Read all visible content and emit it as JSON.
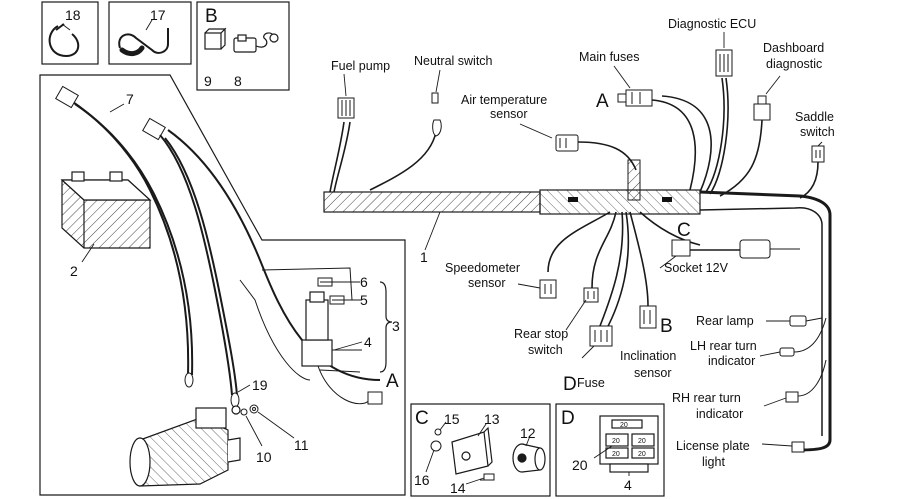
{
  "colors": {
    "line": "#1a1a1a",
    "background": "#ffffff",
    "harness_fill": "#d9d9d9"
  },
  "callouts": {
    "n1": "1",
    "n2": "2",
    "n3": "3",
    "n4a": "4",
    "n4b": "4",
    "n5": "5",
    "n6": "6",
    "n7": "7",
    "n8": "8",
    "n9": "9",
    "n10": "10",
    "n11": "11",
    "n12": "12",
    "n13": "13",
    "n14": "14",
    "n15": "15",
    "n16": "16",
    "n17": "17",
    "n18": "18",
    "n19": "19",
    "n20": "20"
  },
  "letters": {
    "box_b": "B",
    "box_c": "C",
    "box_d": "D",
    "a_fuses": "A",
    "a_lower": "A",
    "c_socket": "C",
    "b_inclination": "B",
    "d_fuse": "D"
  },
  "labels": {
    "fuel_pump": "Fuel pump",
    "neutral_switch": "Neutral switch",
    "air_temperature_sensor": [
      "Air temperature",
      "sensor"
    ],
    "main_fuses": "Main fuses",
    "diagnostic_ecu": "Diagnostic ECU",
    "dashboard_diagnostic": [
      "Dashboard",
      "diagnostic"
    ],
    "saddle_switch": [
      "Saddle",
      "switch"
    ],
    "speedometer_sensor": [
      "Speedometer",
      "sensor"
    ],
    "socket_12v": "Socket 12V",
    "rear_lamp": "Rear lamp",
    "lh_rear_turn_indicator": [
      "LH rear turn",
      "indicator"
    ],
    "rh_rear_turn_indicator": [
      "RH rear turn",
      "indicator"
    ],
    "license_plate_light": [
      "License plate",
      "light"
    ],
    "rear_stop_switch": [
      "Rear stop",
      "switch"
    ],
    "inclination_sensor": [
      "Inclination",
      "sensor"
    ],
    "fuse": "Fuse"
  },
  "fuse_box_labels": {
    "top": "20",
    "mid_left": "20",
    "mid_right": "20",
    "low_left": "20",
    "low_right": "20"
  }
}
